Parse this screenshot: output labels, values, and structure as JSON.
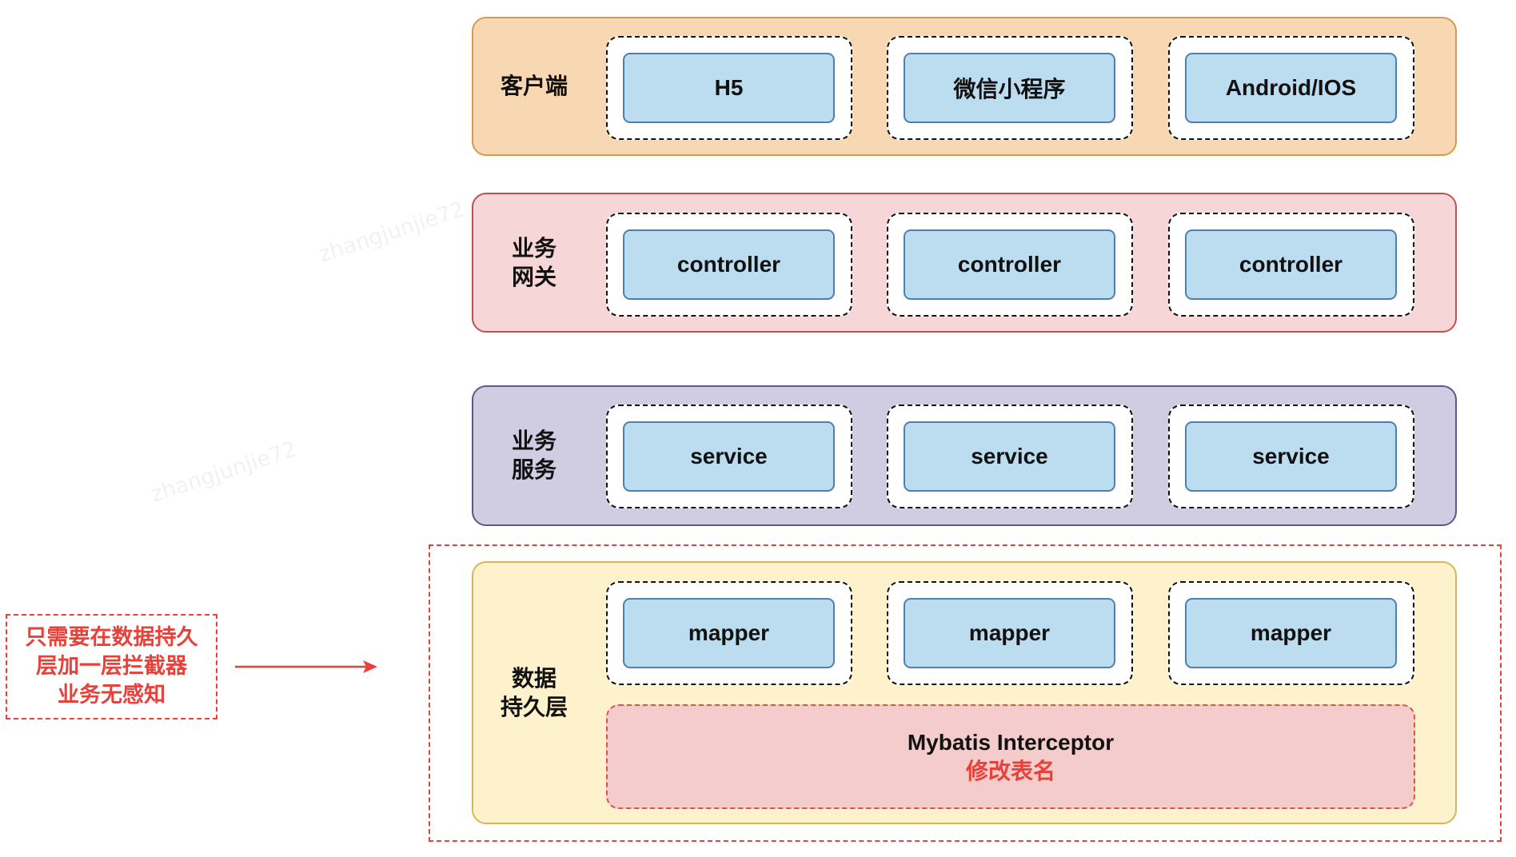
{
  "watermark": "zhangjunjie72",
  "colors": {
    "client_fill": "#f7d8b2",
    "client_stroke": "#d39a52",
    "gateway_fill": "#f6d6d6",
    "gateway_stroke": "#c0504d",
    "service_fill": "#d0cde2",
    "service_stroke": "#5e5888",
    "persistence_fill": "#fdf2cc",
    "persistence_stroke": "#d6b656",
    "highlight_red": "#e8413a"
  },
  "layers": [
    {
      "label_lines": [
        "客户端"
      ],
      "items": [
        "H5",
        "微信小程序",
        "Android/IOS"
      ]
    },
    {
      "label_lines": [
        "业务",
        "网关"
      ],
      "items": [
        "controller",
        "controller",
        "controller"
      ]
    },
    {
      "label_lines": [
        "业务",
        "服务"
      ],
      "items": [
        "service",
        "service",
        "service"
      ]
    },
    {
      "label_lines": [
        "数据",
        "持久层"
      ],
      "items": [
        "mapper",
        "mapper",
        "mapper"
      ],
      "interceptor": {
        "title": "Mybatis Interceptor",
        "subtitle": "修改表名"
      }
    }
  ],
  "annotation": {
    "lines": [
      "只需要在数据持久",
      "层加一层拦截器",
      "业务无感知"
    ]
  }
}
